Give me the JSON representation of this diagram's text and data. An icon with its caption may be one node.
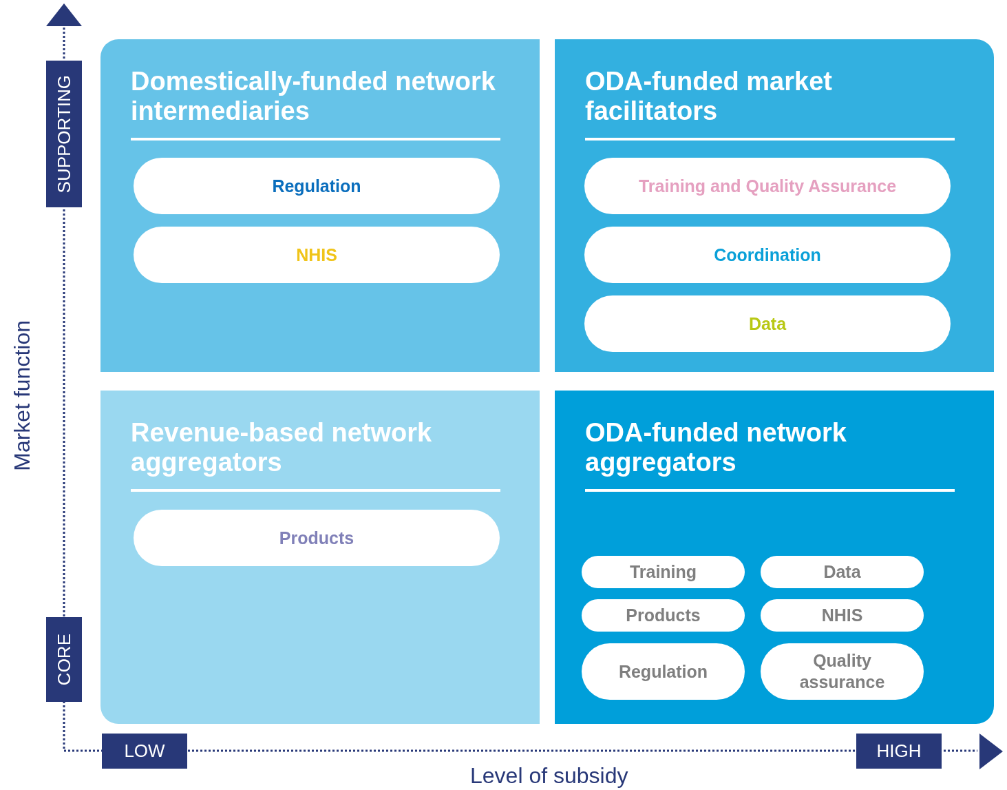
{
  "diagram": {
    "nodes": [
      {
        "text": [
          "Domestically-funded network intermediaries"
        ]
      },
      {
        "text": [
          "Regulation"
        ],
        "in": 0
      },
      {
        "text": [
          "NHIS"
        ],
        "in": 0
      },
      {
        "text": [
          "ODA-funded market facilitators"
        ]
      },
      {
        "text": [
          "Training and Quality Assurance"
        ],
        "in": 3
      },
      {
        "text": [
          "Coordination"
        ],
        "in": 3
      },
      {
        "text": [
          "Data"
        ],
        "in": 3
      },
      {
        "text": [
          "Revenue-based network aggregators"
        ]
      },
      {
        "text": [
          "Products"
        ],
        "in": 7
      },
      {
        "text": [
          "ODA-funded network aggregators"
        ]
      },
      {
        "text": [
          "Training"
        ],
        "in": 9
      },
      {
        "text": [
          "Data"
        ],
        "in": 9
      },
      {
        "text": [
          "Products"
        ],
        "in": 9
      },
      {
        "text": [
          "NHIS"
        ],
        "in": 9
      },
      {
        "text": [
          "Regulation"
        ],
        "in": 9
      },
      {
        "text": [
          "Quality assurance"
        ],
        "in": 9
      }
    ],
    "edges": [],
    "labels": [
      "SUPPORTING",
      "Market function",
      "CORE",
      "LOW",
      "HIGH",
      "Level of subsidy"
    ]
  }
}
